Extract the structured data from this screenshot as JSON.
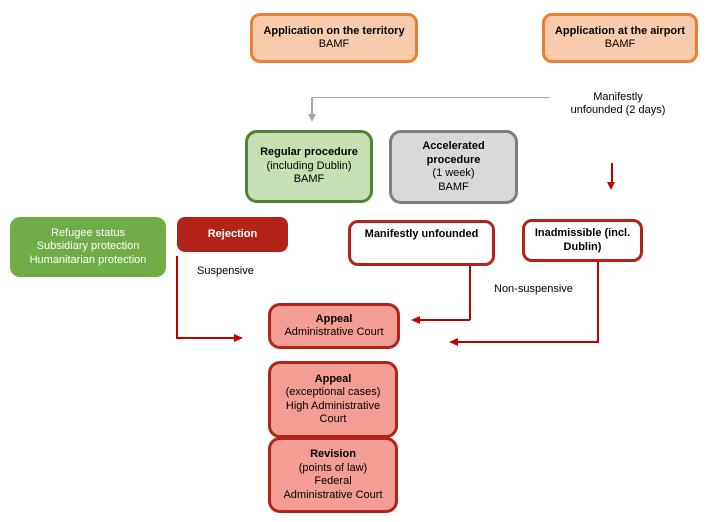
{
  "diagram": {
    "nodes": {
      "territory": {
        "title": "Application on the territory",
        "org": "BAMF"
      },
      "airport": {
        "title": "Application at the airport",
        "org": "BAMF"
      },
      "regular_procedure": {
        "title": "Regular procedure",
        "detail": "(including Dublin)",
        "org": "BAMF"
      },
      "accelerated_procedure": {
        "title_line1": "Accelerated",
        "title_line2": "procedure",
        "detail": "(1 week)",
        "org": "BAMF"
      },
      "protection_outcomes": {
        "lines": [
          "Refugee status",
          "Subsidiary protection",
          "Humanitarian protection"
        ]
      },
      "rejection": {
        "title": "Rejection"
      },
      "manifestly_unfounded": {
        "title": "Manifestly unfounded"
      },
      "inadmissible": {
        "line1": "Inadmissible (incl.",
        "line2": "Dublin)"
      },
      "appeal_admin_court": {
        "title": "Appeal",
        "lines": [
          "Administrative Court"
        ]
      },
      "appeal_high_admin_court": {
        "title": "Appeal",
        "lines": [
          "(exceptional cases)",
          "High Administrative",
          "Court"
        ]
      },
      "revision_federal_court": {
        "title": "Revision",
        "lines": [
          "(points of law)",
          "Federal",
          "Administrative Court"
        ]
      }
    },
    "labels": {
      "manifestly_unfounded_2days": {
        "line1": "Manifestly",
        "line2": "unfounded (2 days)"
      },
      "suspensive": "Suspensive",
      "non_suspensive": "Non-suspensive"
    },
    "colors": {
      "orange_fill": "#F8CBAD",
      "orange_border": "#ED7D31",
      "light_green_fill": "#C6E0B4",
      "green_border": "#548235",
      "gray_fill": "#D9D9D9",
      "gray_border": "#7F7F7F",
      "solid_green_fill": "#70AD47",
      "dark_red": "#B22418",
      "salmon_fill": "#F39D94",
      "arrow_red": "#C00000",
      "connector_gray": "#A6A6A6"
    }
  }
}
